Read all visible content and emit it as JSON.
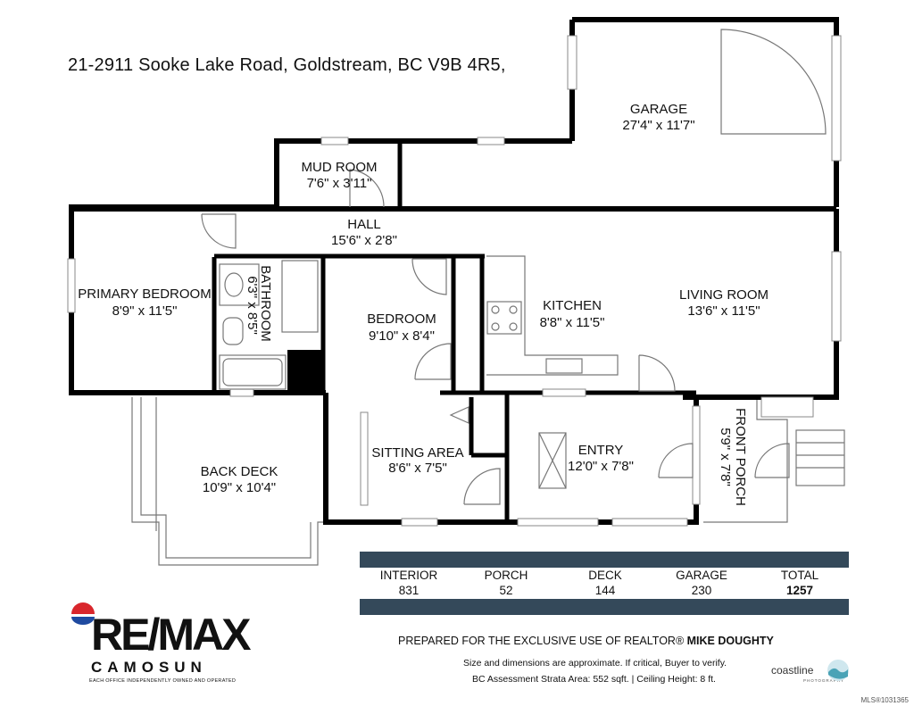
{
  "address": "21-2911 Sooke Lake Road, Goldstream, BC V9B 4R5,",
  "rooms": {
    "garage": {
      "name": "GARAGE",
      "dims": "27'4\" x 11'7\""
    },
    "mud_room": {
      "name": "MUD ROOM",
      "dims": "7'6\" x 3'11\""
    },
    "hall": {
      "name": "HALL",
      "dims": "15'6\" x 2'8\""
    },
    "primary_bedroom": {
      "name": "PRIMARY BEDROOM",
      "dims": "8'9\" x 11'5\""
    },
    "bathroom": {
      "name": "BATHROOM",
      "dims": "6'3\" x 8'5\""
    },
    "bedroom": {
      "name": "BEDROOM",
      "dims": "9'10\" x 8'4\""
    },
    "kitchen": {
      "name": "KITCHEN",
      "dims": "8'8\" x 11'5\""
    },
    "living_room": {
      "name": "LIVING ROOM",
      "dims": "13'6\" x 11'5\""
    },
    "back_deck": {
      "name": "BACK DECK",
      "dims": "10'9\" x 10'4\""
    },
    "sitting_area": {
      "name": "SITTING AREA",
      "dims": "8'6\" x 7'5\""
    },
    "entry": {
      "name": "ENTRY",
      "dims": "12'0\" x 7'8\""
    },
    "front_porch": {
      "name": "FRONT PORCH",
      "dims": "5'9\" x 7'8\""
    }
  },
  "area_table": {
    "interior": {
      "label": "INTERIOR",
      "value": "831"
    },
    "porch": {
      "label": "PORCH",
      "value": "52"
    },
    "deck": {
      "label": "DECK",
      "value": "144"
    },
    "garage": {
      "label": "GARAGE",
      "value": "230"
    },
    "total": {
      "label": "TOTAL",
      "value": "1257"
    }
  },
  "prepared_prefix": "PREPARED FOR THE EXCLUSIVE USE OF REALTOR® ",
  "realtor_name": "MIKE DOUGHTY",
  "note_line1": "Size and dimensions are approximate. If critical, Buyer to verify.",
  "note_line2": "BC Assessment Strata Area: 552 sqft. | Ceiling Height: 8 ft.",
  "brokerage": {
    "logo_word": "RE/MAX",
    "office": "CAMOSUN",
    "tagline": "EACH OFFICE INDEPENDENTLY OWNED AND OPERATED"
  },
  "photographer": {
    "name": "coastline",
    "sub": "PHOTOGRAPHY"
  },
  "mls": "MLS®1031365",
  "colors": {
    "bar": "#34495a",
    "wall": "#000000",
    "remax_red": "#d9262c",
    "remax_blue": "#1f4aa0"
  }
}
